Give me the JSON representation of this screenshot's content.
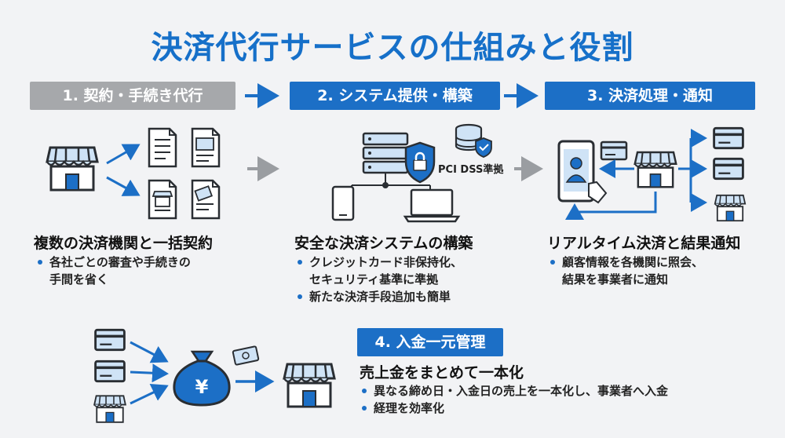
{
  "title": "決済代行サービスの仕組みと役割",
  "steps": [
    {
      "label": "1. 契約・手続き代行",
      "heading": "複数の決済機関と一括契約",
      "bullets": [
        "各社ごとの審査や手続きの",
        "手間を省く"
      ]
    },
    {
      "label": "2. システム提供・構築",
      "heading": "安全な決済システムの構築",
      "bullets": [
        "クレジットカード非保持化、",
        "セキュリティ基準に準拠",
        "新たな決済手段追加も簡単"
      ]
    },
    {
      "label": "3. 決済処理・通知",
      "heading": "リアルタイム決済と結果通知",
      "bullets": [
        "顧客情報を各機関に照会、",
        "結果を事業者に通知"
      ]
    },
    {
      "label": "4. 入金一元管理",
      "heading": "売上金をまとめて一本化",
      "bullets": [
        "異なる締め日・入金日の売上を一本化し、事業者へ入金",
        "経理を効率化"
      ]
    }
  ],
  "pci_label": "PCI DSS準拠",
  "yen_symbol": "¥",
  "colors": {
    "accent": "#1c6fc6",
    "title": "#1670c9",
    "inactive": "#a6a8ab",
    "icon_light": "#cfe3f6"
  }
}
